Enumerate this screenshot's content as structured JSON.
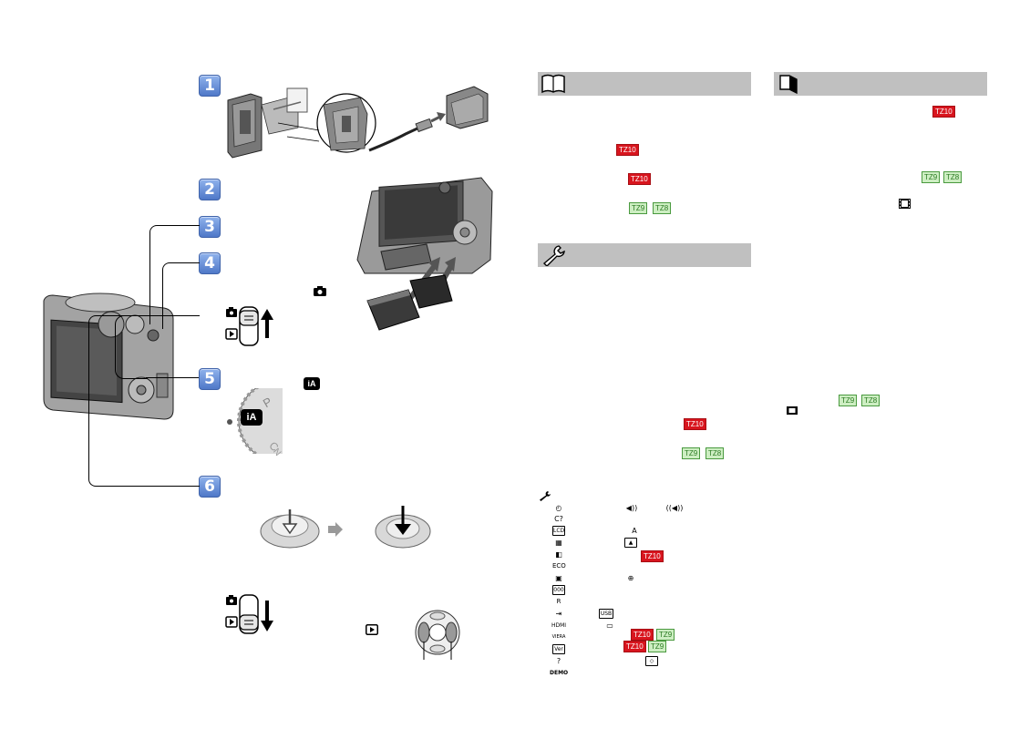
{
  "steps": {
    "s1": "1",
    "s2": "2",
    "s3": "3",
    "s4": "4",
    "s5": "5",
    "s6": "6"
  },
  "tags": {
    "tz10": "TZ10",
    "tz9": "TZ9",
    "tz8": "TZ8"
  },
  "dial_labels": {
    "p": "P",
    "ia": "iA",
    "c": "C",
    "n": "N"
  },
  "menu_icons": {
    "clock": "◴",
    "world": "C?",
    "lcd": "LCD",
    "grid": "▦",
    "travel": "◧",
    "eco": "ECO",
    "review": "▣",
    "counter": "000",
    "reset": "R",
    "usb_out": "⇥",
    "hdmi": "HDMI",
    "viera": "VIERA",
    "ver": "Ver",
    "lang": "?",
    "demo": "DEMO",
    "beep": "◀))",
    "vol": "((◀))",
    "auto_lcd": "A",
    "mountain": "▲",
    "zoom": "⊕",
    "usb": "USB",
    "tv": "▭",
    "format": "◇"
  },
  "colors": {
    "step_blue": "#5b82d1",
    "header_gray": "#c0c0c0",
    "tz10_red": "#d8151e",
    "tz9_green": "#cdeec2"
  }
}
